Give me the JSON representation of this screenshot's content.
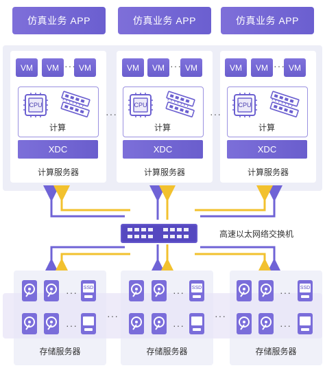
{
  "apps": [
    "仿真业务 APP",
    "仿真业务 APP",
    "仿真业务 APP"
  ],
  "servers": [
    {
      "vms": [
        "VM",
        "VM",
        "VM"
      ],
      "cpu": "CPU",
      "compute_label": "计算",
      "xdc": "XDC",
      "name": "计算服务器"
    },
    {
      "vms": [
        "VM",
        "VM",
        "VM"
      ],
      "cpu": "CPU",
      "compute_label": "计算",
      "xdc": "XDC",
      "name": "计算服务器"
    },
    {
      "vms": [
        "VM",
        "VM",
        "VM"
      ],
      "cpu": "CPU",
      "compute_label": "计算",
      "xdc": "XDC",
      "name": "计算服务器"
    }
  ],
  "ellipsis": "···",
  "switch_label": "高速以太网络交换机",
  "storage": [
    {
      "ssd": "SSD",
      "name": "存储服务器"
    },
    {
      "ssd": "SSD",
      "name": "存储服务器"
    },
    {
      "ssd": "SSD",
      "name": "存储服务器"
    }
  ],
  "colors": {
    "accent": "#6b5fd0",
    "arrow_purple": "#6f63d6",
    "arrow_yellow": "#f2c12e",
    "panel": "#edeef7"
  }
}
